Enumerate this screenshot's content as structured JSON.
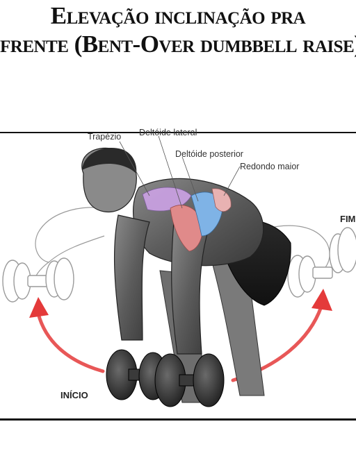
{
  "title": {
    "line1": "Elevação inclinação pra",
    "line2": "frente (Bent-Over dumbbell raise)"
  },
  "labels": {
    "trapezio": "Trapézio",
    "deltoide_lateral": "Deltóide lateral",
    "deltoide_posterior": "Deltóide posterior",
    "redondo_maior": "Redondo maior",
    "inicio": "INÍCIO",
    "fim": "FIM"
  },
  "colors": {
    "trapezio": "#c8a0e0",
    "deltoide_lateral": "#e08a8a",
    "deltoide_posterior": "#7fb3e6",
    "redondo_maior": "#e8b2b2",
    "arrow": "#e43a3a"
  }
}
